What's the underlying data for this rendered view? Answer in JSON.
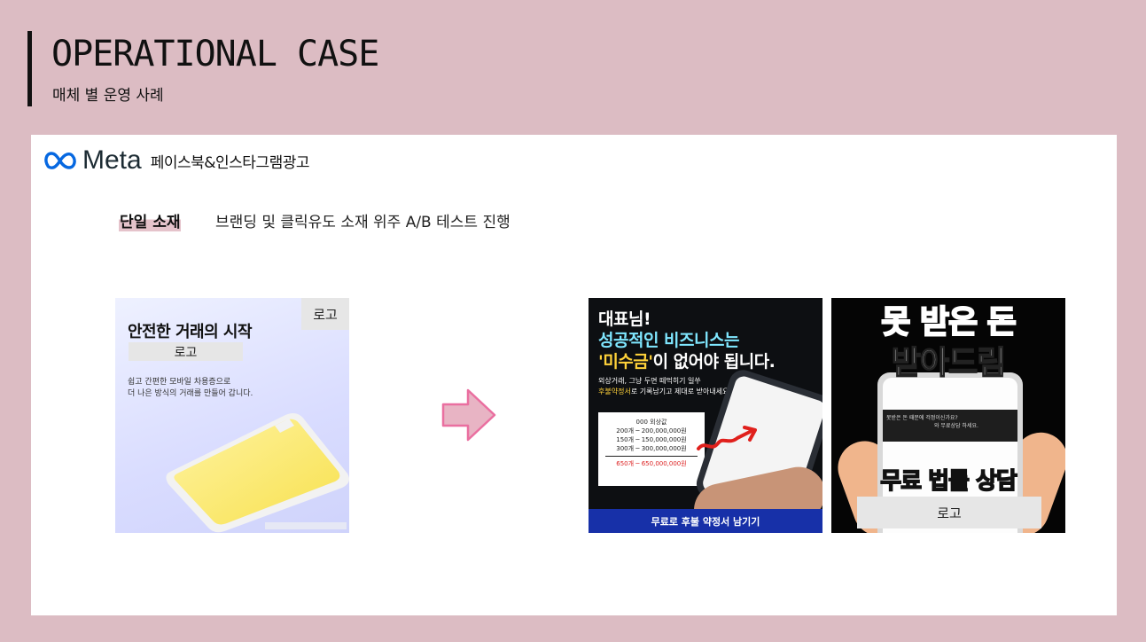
{
  "header": {
    "title": "OPERATIONAL CASE",
    "subtitle": "매체 별 운영 사례"
  },
  "brand": {
    "name": "Meta",
    "label": "페이스북&인스타그램광고"
  },
  "section": {
    "tag": "단일 소재",
    "description": "브랜딩 및 클릭유도 소재 위주 A/B 테스트 진행"
  },
  "creative_before": {
    "logo_top": "로고",
    "headline": "안전한 거래의 시작",
    "logo_inline": "로고",
    "body_lines": [
      "쉽고 간편한 모바일 차용증으로",
      "더 나은 방식의 거래를 만들어 갑니다."
    ]
  },
  "creative_a": {
    "line1": "대표님!",
    "line2": "성공적인 비즈니스는",
    "line3_quote": "'미수금'",
    "line3_rest": "이 없어야 됩니다.",
    "sub1": "외상거래, 그냥 두면 떼먹히기 일쑤",
    "sub2_highlight": "후불약정서",
    "sub2_rest": "로 기록남기고 제대로 받아내세요!",
    "receipt": {
      "title": "000 외상값",
      "rows": [
        "200개 ─ 200,000,000원",
        "150개 ─ 150,000,000원",
        "300개 ─ 300,000,000원"
      ],
      "total": "650개 ─ 650,000,000원"
    },
    "footer": "무료로 후불 약정서 남기기"
  },
  "creative_b": {
    "line1": "못 받은 돈",
    "line2": "받아드림",
    "chat1": "못받은 돈 때문에 걱정이신가요?",
    "chat2": "와 무료상담 하세요.",
    "line3": "무료 법률 상담",
    "logo": "로고"
  },
  "colors": {
    "background": "#dcbcc3",
    "panel": "#ffffff",
    "meta_blue": "#0668e1",
    "arrow_fill": "#e8b4c4",
    "arrow_stroke": "#ea6fa0"
  }
}
